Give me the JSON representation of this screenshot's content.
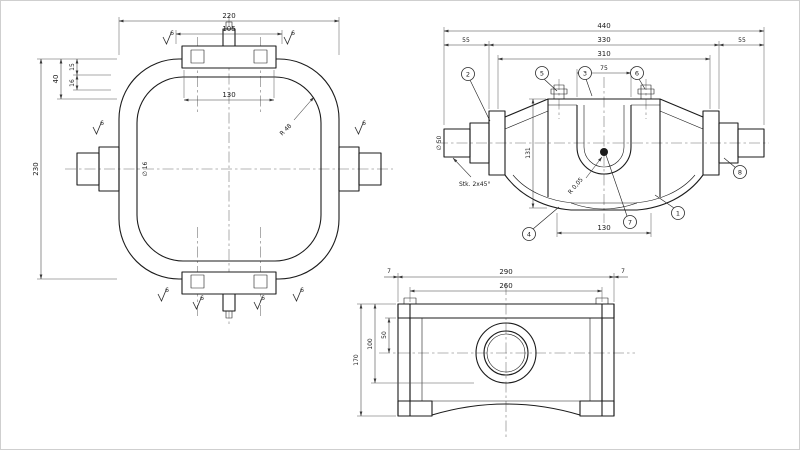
{
  "drawing": {
    "palette": {
      "line": "#1b1b1b",
      "background": "#ffffff",
      "dim_line": "#3a3a3a"
    },
    "front_view": {
      "d220": "220",
      "d105": "105",
      "d130": "130",
      "d230": "230",
      "d40": "40",
      "d15": "15",
      "d16": "16",
      "dia16": "∅ 16",
      "r48": "R 48",
      "finish": "6"
    },
    "side_view": {
      "d440": "440",
      "d330": "330",
      "d55": "55",
      "d310": "310",
      "d75": "75",
      "d131": "131",
      "d130": "130",
      "dia50": "∅ 50",
      "chamfer_note": "Stk. 2x45°",
      "radius_note": "R 0,05",
      "balloons": [
        "2",
        "5",
        "3",
        "6",
        "4",
        "7",
        "1",
        "8"
      ]
    },
    "bottom_view": {
      "d290": "290",
      "d260": "260",
      "d170": "170",
      "d100": "100",
      "d50": "50",
      "d7": "7"
    }
  }
}
